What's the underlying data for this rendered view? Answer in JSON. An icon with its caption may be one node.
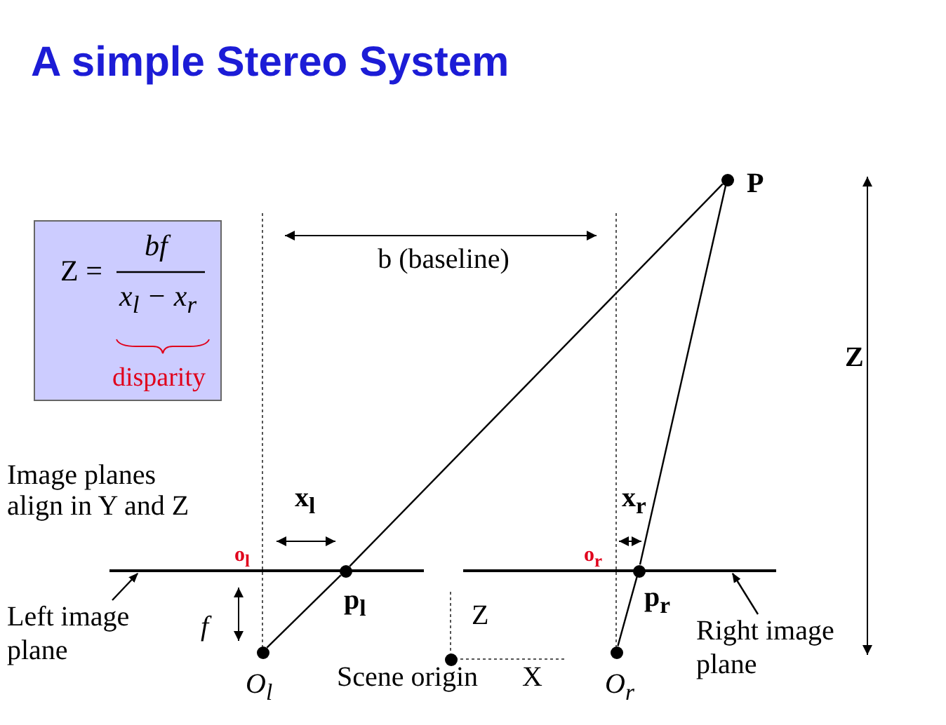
{
  "diagram": {
    "title": "A simple Stereo System",
    "nodes": [
      {
        "text": [
          "Z =",
          "bf",
          "x$_{l}$ − x$_{r}$",
          "disparity"
        ]
      },
      {
        "text": [],
        "shape": "circle",
        "beside": [
          "P"
        ]
      },
      {
        "text": [],
        "shape": "bar"
      },
      {
        "text": [],
        "shape": "circle",
        "beside": [
          "p$_{l}$"
        ]
      },
      {
        "text": [],
        "shape": "bar"
      },
      {
        "text": [],
        "shape": "circle",
        "beside": [
          "p$_{r}$"
        ]
      },
      {
        "text": [
          "Left image plane"
        ]
      },
      {
        "text": [
          "Right image plane"
        ]
      },
      {
        "text": [],
        "shape": "circle",
        "beside": [
          "O$_{l}$"
        ]
      },
      {
        "text": [],
        "shape": "circle",
        "beside": [
          "O$_{r}$"
        ]
      },
      {
        "text": [],
        "shape": "circle",
        "beside": [
          "Scene origin"
        ]
      }
    ],
    "edges": [
      {
        "from": 8,
        "to": 3,
        "arrow": "none"
      },
      {
        "from": 3,
        "to": 1,
        "arrow": "none"
      },
      {
        "from": 9,
        "to": 5,
        "arrow": "none"
      },
      {
        "from": 5,
        "to": 1,
        "arrow": "none"
      },
      {
        "from": 6,
        "to": 2,
        "arrow": "to"
      },
      {
        "from": 7,
        "to": 4,
        "arrow": "to"
      }
    ],
    "labels": [
      "b (baseline)",
      "Z",
      "Image planes align in Y and Z",
      "x$_{l}$",
      "x$_{r}$",
      "o$_{l}$",
      "o$_{r}$",
      "f",
      "Z",
      "X"
    ]
  }
}
